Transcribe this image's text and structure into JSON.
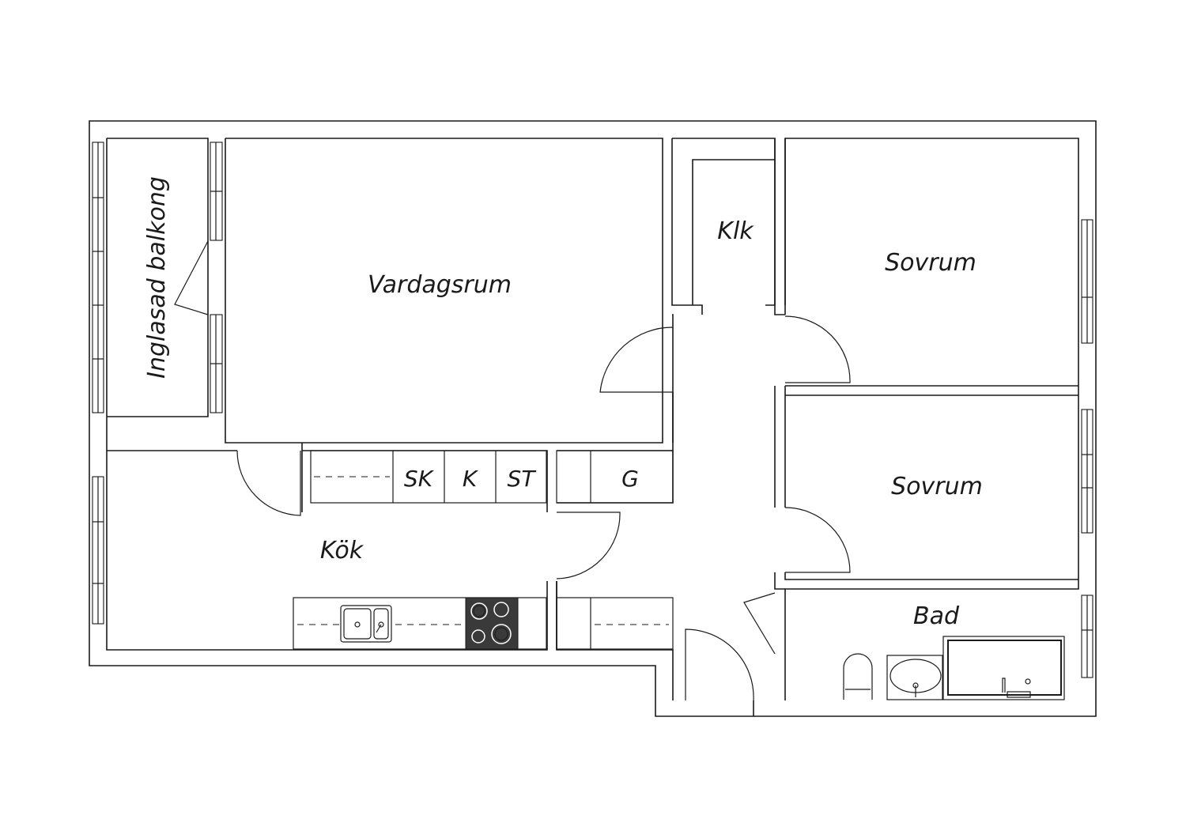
{
  "rooms": {
    "balcony": "Inglasad balkong",
    "living": "Vardagsrum",
    "closet": "Klk",
    "bedroom1": "Sovrum",
    "bedroom2": "Sovrum",
    "kitchen": "Kök",
    "bath": "Bad"
  },
  "storage": {
    "sk": "SK",
    "k": "K",
    "st": "ST",
    "g": "G"
  },
  "colors": {
    "line": "#1a1a1a",
    "stove": "#3a3a3a",
    "background": "#ffffff"
  }
}
